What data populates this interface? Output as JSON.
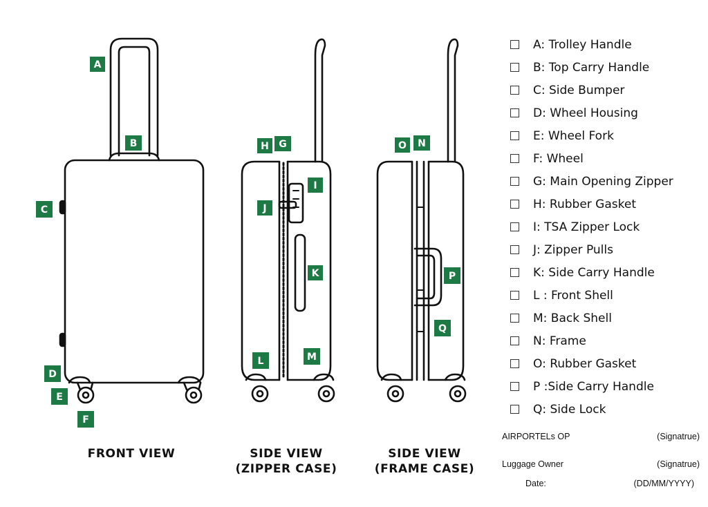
{
  "view_captions": [
    {
      "id": "front",
      "lines": [
        "FRONT VIEW"
      ]
    },
    {
      "id": "side-zipper",
      "lines": [
        "SIDE VIEW",
        "(ZIPPER CASE)"
      ]
    },
    {
      "id": "side-frame",
      "lines": [
        "SIDE VIEW",
        "(FRAME CASE)"
      ]
    }
  ],
  "part_letters": {
    "front": [
      "A",
      "B",
      "C",
      "D",
      "E",
      "F"
    ],
    "side_zipper": [
      "H",
      "G",
      "I",
      "J",
      "K",
      "L",
      "M"
    ],
    "side_frame": [
      "O",
      "N",
      "P",
      "Q"
    ]
  },
  "checklist": [
    {
      "label": "A: Trolley Handle"
    },
    {
      "label": "B: Top Carry Handle"
    },
    {
      "label": "C: Side Bumper"
    },
    {
      "label": "D: Wheel Housing"
    },
    {
      "label": "E: Wheel Fork"
    },
    {
      "label": "F: Wheel"
    },
    {
      "label": "G: Main Opening Zipper"
    },
    {
      "label": "H: Rubber Gasket"
    },
    {
      "label": "I: TSA Zipper Lock"
    },
    {
      "label": "J: Zipper Pulls"
    },
    {
      "label": "K: Side Carry Handle"
    },
    {
      "label": "L : Front Shell"
    },
    {
      "label": "M: Back Shell"
    },
    {
      "label": "N: Frame"
    },
    {
      "label": "O: Rubber Gasket"
    },
    {
      "label": "P :Side Carry Handle"
    },
    {
      "label": "Q: Side Lock"
    }
  ],
  "signatures": [
    {
      "label": "AIRPORTELs OP",
      "hint": "(Signatrue)"
    },
    {
      "label": "Luggage Owner",
      "hint": "(Signatrue)"
    },
    {
      "label": "Date:",
      "hint": "(DD/MM/YYYY)"
    }
  ],
  "colors": {
    "label_green": "#1e7a44",
    "line": "#111111"
  }
}
